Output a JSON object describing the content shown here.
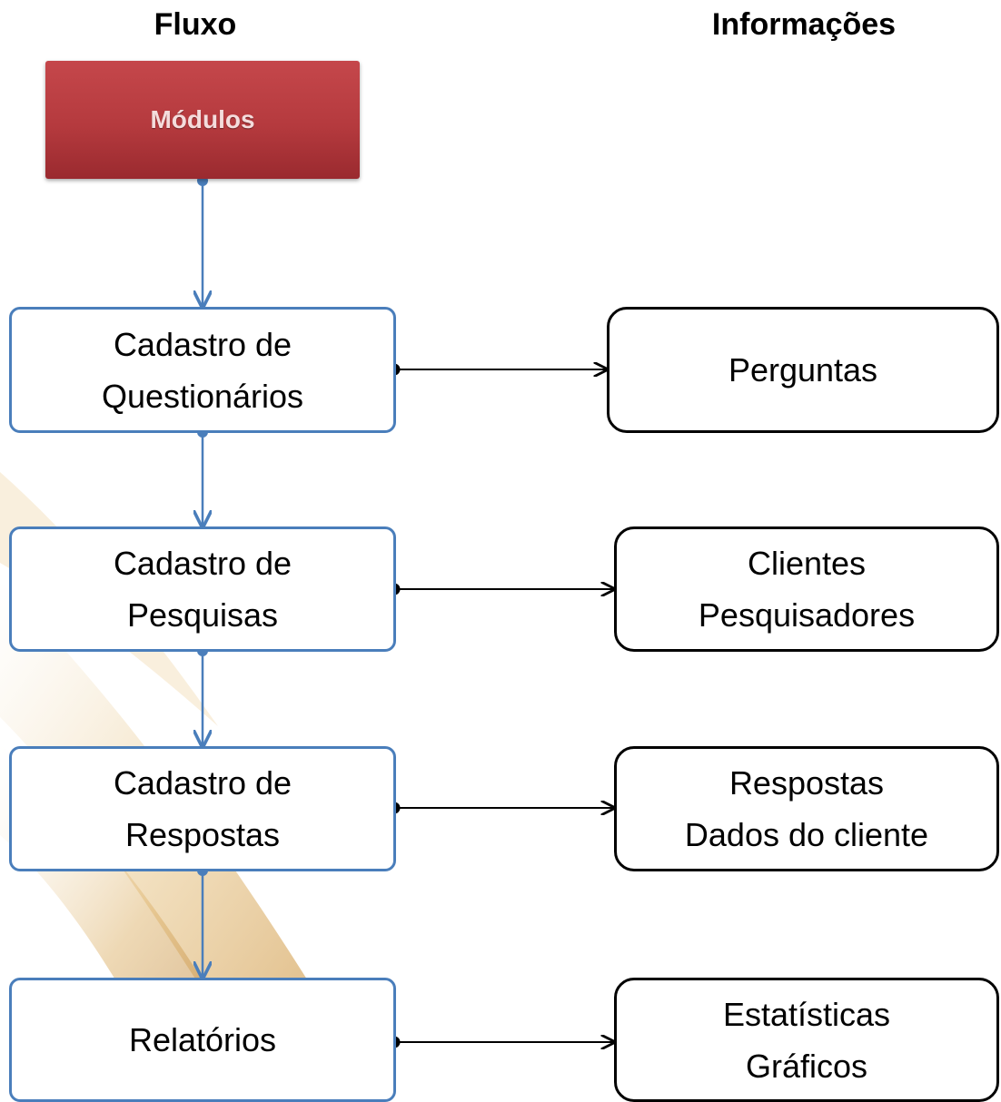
{
  "headings": {
    "flow": "Fluxo",
    "info": "Informações"
  },
  "root": {
    "label": "Módulos"
  },
  "flow_steps": [
    {
      "label": "Cadastro de\nQuestionários"
    },
    {
      "label": "Cadastro de\nPesquisas"
    },
    {
      "label": "Cadastro de\nRespostas"
    },
    {
      "label": "Relatórios"
    }
  ],
  "info_items": [
    {
      "label": "Perguntas"
    },
    {
      "label": "Clientes\nPesquisadores"
    },
    {
      "label": "Respostas\nDados do cliente"
    },
    {
      "label": "Estatísticas\nGráficos"
    }
  ],
  "colors": {
    "root_fill": "#b53a3e",
    "flow_border": "#4a7ebb",
    "info_border": "#000000",
    "flow_connector": "#4a7ebb",
    "info_connector": "#000000"
  }
}
